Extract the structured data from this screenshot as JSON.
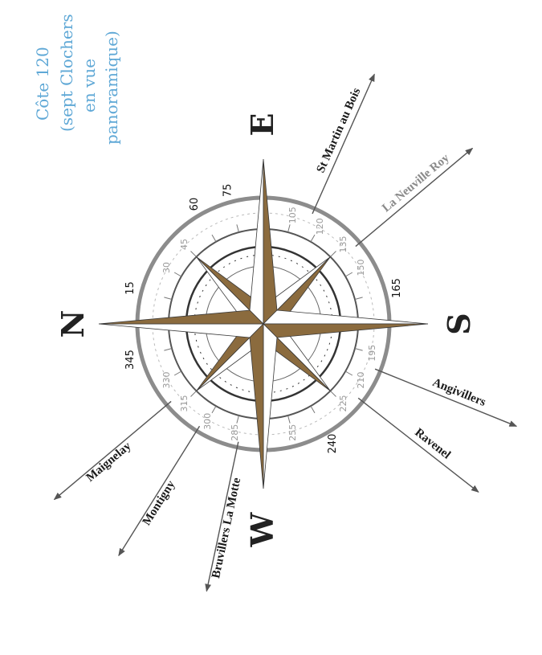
{
  "title": {
    "lines": [
      "Côte 120",
      "(sept Clochers",
      "en vue",
      "panoramique)"
    ]
  },
  "cardinals": {
    "north": "N",
    "east": "E",
    "south": "S",
    "west": "W"
  },
  "degree_labels": [
    {
      "text": "15",
      "angle": 15,
      "tone": "dark"
    },
    {
      "text": "30",
      "angle": 30,
      "tone": "faint"
    },
    {
      "text": "45",
      "angle": 45,
      "tone": "faint"
    },
    {
      "text": "60",
      "angle": 60,
      "tone": "dark"
    },
    {
      "text": "75",
      "angle": 75,
      "tone": "dark"
    },
    {
      "text": "105",
      "angle": 105,
      "tone": "faint"
    },
    {
      "text": "120",
      "angle": 120,
      "tone": "faint"
    },
    {
      "text": "135",
      "angle": 135,
      "tone": "faint"
    },
    {
      "text": "150",
      "angle": 150,
      "tone": "faint"
    },
    {
      "text": "165",
      "angle": 165,
      "tone": "dark"
    },
    {
      "text": "195",
      "angle": 195,
      "tone": "faint"
    },
    {
      "text": "210",
      "angle": 210,
      "tone": "faint"
    },
    {
      "text": "225",
      "angle": 225,
      "tone": "faint"
    },
    {
      "text": "240",
      "angle": 240,
      "tone": "dark"
    },
    {
      "text": "255",
      "angle": 255,
      "tone": "faint"
    },
    {
      "text": "285",
      "angle": 285,
      "tone": "faint"
    },
    {
      "text": "300",
      "angle": 300,
      "tone": "faint"
    },
    {
      "text": "315",
      "angle": 315,
      "tone": "faint"
    },
    {
      "text": "330",
      "angle": 330,
      "tone": "faint"
    },
    {
      "text": "345",
      "angle": 345,
      "tone": "dark"
    }
  ],
  "directions": [
    {
      "name": "St Martin au Bois",
      "bearing": 114,
      "tone": "dark"
    },
    {
      "name": "La Neuville Roy",
      "bearing": 140,
      "tone": "faint"
    },
    {
      "name": "Angivillers",
      "bearing": 202,
      "tone": "dark"
    },
    {
      "name": "Ravenel",
      "bearing": 218,
      "tone": "dark"
    },
    {
      "name": "Bruvillers La Motte",
      "bearing": 282,
      "tone": "dark"
    },
    {
      "name": "Montigny",
      "bearing": 302,
      "tone": "dark"
    },
    {
      "name": "Maignelay",
      "bearing": 320,
      "tone": "dark"
    }
  ],
  "colors": {
    "ring": "#8c8c8c",
    "star_dark": "#8b6b3e",
    "star_light": "#ffffff",
    "star_outline": "#3a3a3a",
    "arrow": "#555555",
    "title": "#5fa8d6"
  }
}
